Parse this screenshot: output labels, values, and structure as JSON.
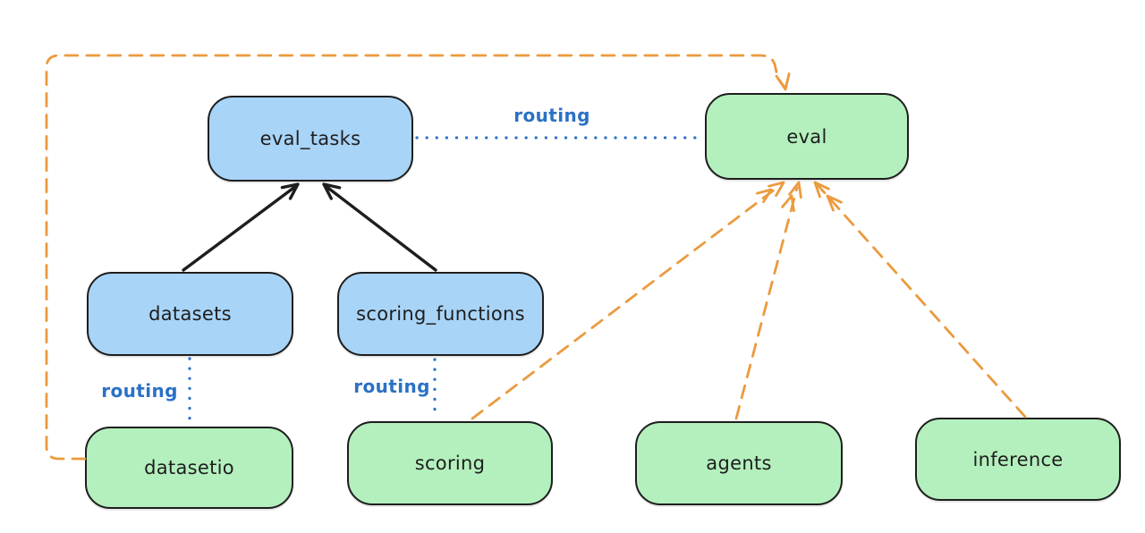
{
  "diagram": {
    "nodes": {
      "eval_tasks": {
        "label": "eval_tasks",
        "kind": "resource",
        "fill": "#a8d4f7"
      },
      "datasets": {
        "label": "datasets",
        "kind": "resource",
        "fill": "#a8d4f7"
      },
      "scoring_functions": {
        "label": "scoring_functions",
        "kind": "resource",
        "fill": "#a8d4f7"
      },
      "eval": {
        "label": "eval",
        "kind": "api",
        "fill": "#b4f0bd"
      },
      "datasetio": {
        "label": "datasetio",
        "kind": "api",
        "fill": "#b4f0bd"
      },
      "scoring": {
        "label": "scoring",
        "kind": "api",
        "fill": "#b4f0bd"
      },
      "agents": {
        "label": "agents",
        "kind": "api",
        "fill": "#b4f0bd"
      },
      "inference": {
        "label": "inference",
        "kind": "api",
        "fill": "#b4f0bd"
      }
    },
    "edges": [
      {
        "from": "datasets",
        "to": "eval_tasks",
        "style": "solid-arrow",
        "color": "#1e1e1e"
      },
      {
        "from": "scoring_functions",
        "to": "eval_tasks",
        "style": "solid-arrow",
        "color": "#1e1e1e"
      },
      {
        "from": "eval_tasks",
        "to": "eval",
        "style": "dotted",
        "label": "routing",
        "color": "#2b71c5"
      },
      {
        "from": "datasets",
        "to": "datasetio",
        "style": "dotted",
        "label": "routing",
        "color": "#2b71c5"
      },
      {
        "from": "scoring_functions",
        "to": "scoring",
        "style": "dotted",
        "label": "routing",
        "color": "#2b71c5"
      },
      {
        "from": "datasetio",
        "to": "eval",
        "style": "dashed-arrow",
        "color": "#eb9a3e"
      },
      {
        "from": "scoring",
        "to": "eval",
        "style": "dashed-arrow",
        "color": "#eb9a3e"
      },
      {
        "from": "agents",
        "to": "eval",
        "style": "dashed-arrow",
        "color": "#eb9a3e"
      },
      {
        "from": "inference",
        "to": "eval",
        "style": "dashed-arrow",
        "color": "#eb9a3e"
      }
    ],
    "colors": {
      "background": "#ffffff",
      "node_stroke": "#1e1e1e",
      "resource_fill": "#a8d4f7",
      "api_fill": "#b4f0bd",
      "routing_blue": "#2b71c5",
      "dependency_orange": "#eb9a3e",
      "solid_arrow_black": "#1e1e1e"
    }
  }
}
